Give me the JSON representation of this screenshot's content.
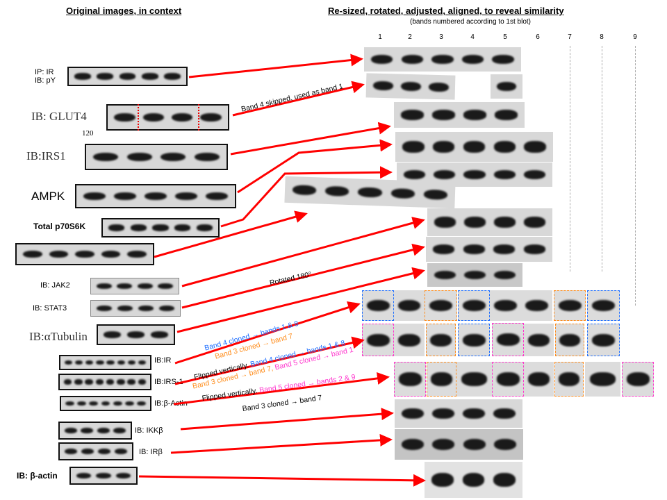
{
  "headers": {
    "left": "Original images, in context",
    "right": "Re-sized, rotated, adjusted, aligned, to reveal similarity",
    "right_sub": "(bands numbered according to 1st blot)"
  },
  "lanes": [
    "1",
    "2",
    "3",
    "4",
    "5",
    "6",
    "7",
    "8",
    "9"
  ],
  "left_labels": {
    "ir_py_1": "IP: IR",
    "ir_py_2": "IB: pY",
    "glut4": "IB: GLUT4",
    "glut4_mw": "120",
    "irs1": "IB:IRS1",
    "ampk": "AMPK",
    "p70": "Total p70S6K",
    "jak2": "IB: JAK2",
    "stat3": "IB: STAT3",
    "tubulin": "IB:αTubulin",
    "ir": "IB:IR",
    "irs1b": "IB:IRS-1",
    "bactin": "IB:β-Actin",
    "ikkb": "IB: IKKβ",
    "irb": "IB: IRβ",
    "bactin2": "IB: β-actin"
  },
  "notes": {
    "band4skip": "Band 4 skipped, used as band 1",
    "rot180": "Rotated 180°",
    "n1a": "Band 4 cloned → bands 1 & 8",
    "n1b": "Band 3 cloned → band 7",
    "n2a": "Flipped vertically.",
    "n2b": "Band 4 cloned → bands 1 & 8",
    "n2c": "Band 3 cloned → band 7,",
    "n2d": "Band 5 cloned → band 1",
    "n3a": "Flipped vertically.",
    "n3b": "Band 5 cloned → bands 2 & 9",
    "n3c": "Band 3 cloned → band 7"
  },
  "colors": {
    "arrow": "#ff0000",
    "blue": "#1f6fff",
    "orange": "#ff8c1a",
    "pink": "#ff33cc"
  }
}
